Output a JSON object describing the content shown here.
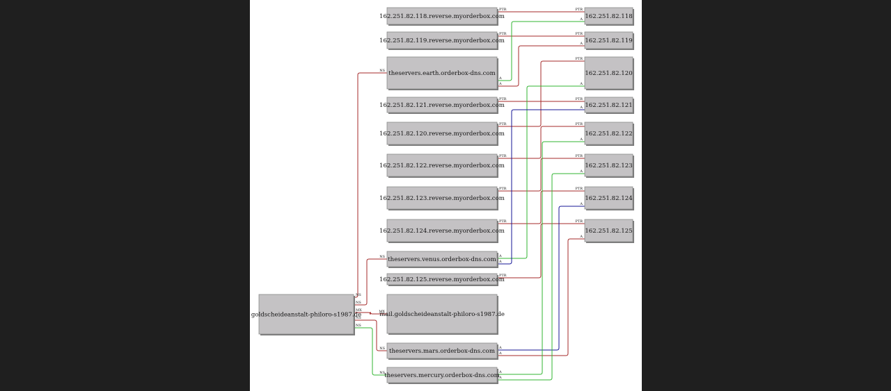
{
  "colors": {
    "background": "#1f1f1f",
    "canvas": "#ffffff",
    "node_fill": "#c4c2c4",
    "NS": "#a52a2a",
    "MX": "#a52a2a",
    "PTR": "#a52a2a",
    "A_red": "#a52a2a",
    "A_green": "#32b432",
    "A_blue": "#141496"
  },
  "nodes": [
    {
      "id": "root",
      "label": "goldscheideanstalt-philoro-s1987.de"
    },
    {
      "id": "rev118",
      "label": "162.251.82.118.reverse.myorderbox.com"
    },
    {
      "id": "rev119",
      "label": "162.251.82.119.reverse.myorderbox.com"
    },
    {
      "id": "earth",
      "label": "theservers.earth.orderbox-dns.com"
    },
    {
      "id": "rev121",
      "label": "162.251.82.121.reverse.myorderbox.com"
    },
    {
      "id": "rev120",
      "label": "162.251.82.120.reverse.myorderbox.com"
    },
    {
      "id": "rev122",
      "label": "162.251.82.122.reverse.myorderbox.com"
    },
    {
      "id": "rev123",
      "label": "162.251.82.123.reverse.myorderbox.com"
    },
    {
      "id": "rev124",
      "label": "162.251.82.124.reverse.myorderbox.com"
    },
    {
      "id": "venus",
      "label": "theservers.venus.orderbox-dns.com"
    },
    {
      "id": "rev125",
      "label": "162.251.82.125.reverse.myorderbox.com"
    },
    {
      "id": "mail",
      "label": "mail.goldscheideanstalt-philoro-s1987.de"
    },
    {
      "id": "mars",
      "label": "theservers.mars.orderbox-dns.com"
    },
    {
      "id": "mercury",
      "label": "theservers.mercury.orderbox-dns.com"
    },
    {
      "id": "ip118",
      "label": "162.251.82.118"
    },
    {
      "id": "ip119",
      "label": "162.251.82.119"
    },
    {
      "id": "ip120",
      "label": "162.251.82.120"
    },
    {
      "id": "ip121",
      "label": "162.251.82.121"
    },
    {
      "id": "ip122",
      "label": "162.251.82.122"
    },
    {
      "id": "ip123",
      "label": "162.251.82.123"
    },
    {
      "id": "ip124",
      "label": "162.251.82.124"
    },
    {
      "id": "ip125",
      "label": "162.251.82.125"
    }
  ],
  "edges": [
    {
      "from": "root",
      "to": "earth",
      "label": "NS",
      "color": "NS"
    },
    {
      "from": "root",
      "to": "venus",
      "label": "NS",
      "color": "NS"
    },
    {
      "from": "root",
      "to": "mail",
      "label": "MX",
      "color": "MX"
    },
    {
      "from": "root",
      "to": "mars",
      "label": "NS",
      "color": "NS"
    },
    {
      "from": "root",
      "to": "mercury",
      "label": "NS",
      "color": "A_green"
    },
    {
      "from": "rev118",
      "to": "ip118",
      "label": "PTR",
      "color": "PTR"
    },
    {
      "from": "rev119",
      "to": "ip119",
      "label": "PTR",
      "color": "PTR"
    },
    {
      "from": "earth",
      "to": "ip118",
      "label": "A",
      "color": "A_green"
    },
    {
      "from": "earth",
      "to": "ip119",
      "label": "A",
      "color": "A_red"
    },
    {
      "from": "rev120",
      "to": "ip120",
      "label": "PTR",
      "color": "PTR"
    },
    {
      "from": "rev121",
      "to": "ip121",
      "label": "PTR",
      "color": "PTR"
    },
    {
      "from": "rev122",
      "to": "ip122",
      "label": "PTR",
      "color": "PTR"
    },
    {
      "from": "rev123",
      "to": "ip123",
      "label": "PTR",
      "color": "PTR"
    },
    {
      "from": "rev124",
      "to": "ip124",
      "label": "PTR",
      "color": "PTR"
    },
    {
      "from": "rev125",
      "to": "ip125",
      "label": "PTR",
      "color": "PTR"
    },
    {
      "from": "venus",
      "to": "ip120",
      "label": "A",
      "color": "A_green"
    },
    {
      "from": "venus",
      "to": "ip121",
      "label": "A",
      "color": "A_blue"
    },
    {
      "from": "mars",
      "to": "ip124",
      "label": "A",
      "color": "A_blue"
    },
    {
      "from": "mars",
      "to": "ip125",
      "label": "A",
      "color": "A_red"
    },
    {
      "from": "mercury",
      "to": "ip122",
      "label": "A",
      "color": "A_green"
    },
    {
      "from": "mercury",
      "to": "ip123",
      "label": "A",
      "color": "A_green"
    }
  ]
}
